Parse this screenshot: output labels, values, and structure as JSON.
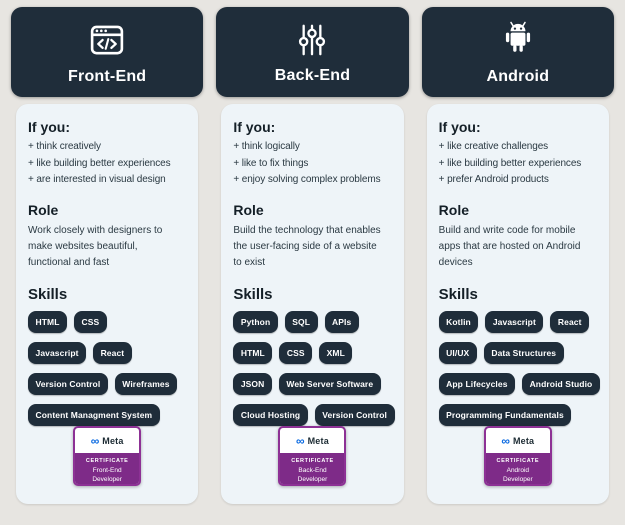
{
  "page": {
    "background": "#e7e5e1",
    "navy": "#1f2d3a",
    "card_bg": "#eef4f8",
    "badge_purple": "#7e2b88",
    "badge_border": "#8d3195",
    "meta_blue": "#0768e1"
  },
  "columns": [
    {
      "title": "Front-End",
      "icon": "browser-code-icon",
      "if_you": {
        "heading": "If you:",
        "items": [
          "+ think creatively",
          "+ like building better experiences",
          "+ are interested in visual design"
        ]
      },
      "role": {
        "heading": "Role",
        "text": "Work closely with designers to make websites beautiful, functional and fast"
      },
      "skills": {
        "heading": "Skills",
        "rows": [
          [
            "HTML",
            "CSS"
          ],
          [
            "Javascript",
            "React"
          ],
          [
            "Version Control",
            "Wireframes"
          ],
          [
            "Content Managment System"
          ]
        ]
      },
      "badge": {
        "logo_glyph": "∞",
        "brand": "Meta",
        "label": "CERTIFICATE",
        "name_line1": "Front-End",
        "name_line2": "Developer"
      }
    },
    {
      "title": "Back-End",
      "icon": "sliders-icon",
      "if_you": {
        "heading": "If you:",
        "items": [
          "+ think logically",
          "+ like to fix things",
          "+ enjoy solving complex problems"
        ]
      },
      "role": {
        "heading": "Role",
        "text": "Build the technology that enables the user-facing side of a website to exist"
      },
      "skills": {
        "heading": "Skills",
        "rows": [
          [
            "Python",
            "SQL",
            "APIs"
          ],
          [
            "HTML",
            "CSS",
            "XML"
          ],
          [
            "JSON",
            "Web Server Software"
          ],
          [
            "Cloud Hosting",
            "Version Control"
          ]
        ]
      },
      "badge": {
        "logo_glyph": "∞",
        "brand": "Meta",
        "label": "CERTIFICATE",
        "name_line1": "Back-End",
        "name_line2": "Developer"
      }
    },
    {
      "title": "Android",
      "icon": "android-robot-icon",
      "if_you": {
        "heading": "If you:",
        "items": [
          "+ like creative challenges",
          "+ like building better experiences",
          "+ prefer Android products"
        ]
      },
      "role": {
        "heading": "Role",
        "text": "Build and write code for mobile apps that are hosted on Android devices"
      },
      "skills": {
        "heading": "Skills",
        "rows": [
          [
            "Kotlin",
            "Javascript",
            "React"
          ],
          [
            "UI/UX",
            "Data Structures"
          ],
          [
            "App Lifecycles",
            "Android Studio"
          ],
          [
            "Programming Fundamentals"
          ]
        ]
      },
      "badge": {
        "logo_glyph": "∞",
        "brand": "Meta",
        "label": "CERTIFICATE",
        "name_line1": "Android",
        "name_line2": "Developer"
      }
    }
  ]
}
